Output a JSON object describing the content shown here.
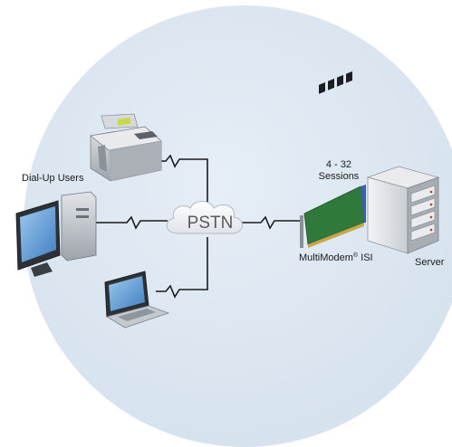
{
  "labels": {
    "dial_up_users": "Dial-Up Users",
    "sessions_range": "4 - 32",
    "sessions_word": "Sessions",
    "pstn": "PSTN",
    "multimodem_name": "MultiModem",
    "multimodem_mark": "®",
    "multimodem_model": " ISI",
    "server": "Server"
  },
  "icons": {
    "fax": "fax-machine-icon",
    "desktop": "desktop-computer-icon",
    "laptop": "laptop-icon",
    "cloud": "pstn-cloud-icon",
    "modem_card": "modem-card-icon",
    "server": "server-icon"
  },
  "colors": {
    "background_circle": "#dce7f2",
    "line": "#1a1a1a",
    "device_gray": "#b9bec4",
    "screen_blue": "#4f8fc9",
    "card_green": "#2f7a3a",
    "card_blue": "#3d5fae"
  }
}
